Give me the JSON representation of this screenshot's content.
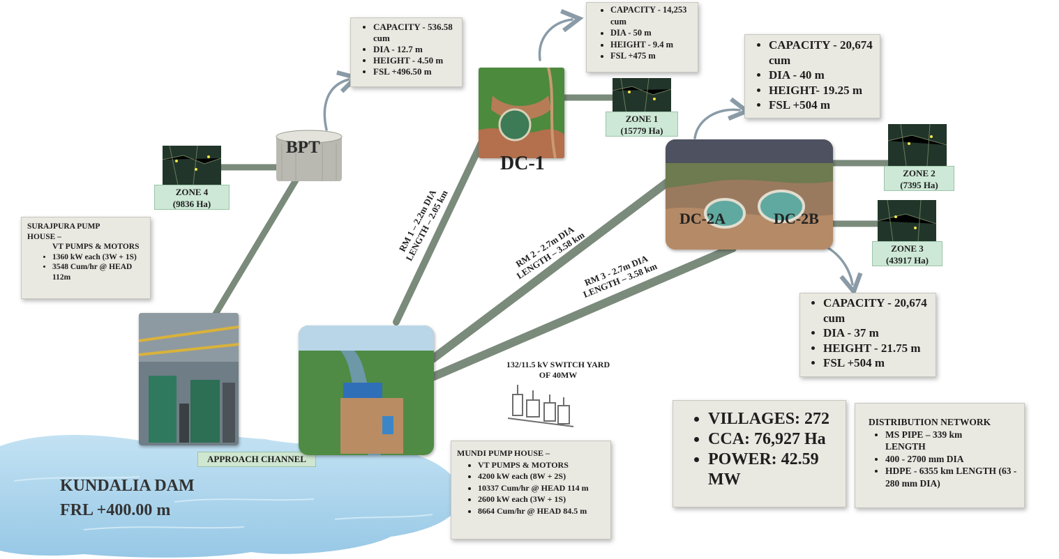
{
  "dam": {
    "name": "KUNDALIA DAM",
    "frl": "FRL +400.00 m"
  },
  "approach_channel": "APPROACH CHANNEL",
  "surajpura": {
    "title": "SURAJPURA PUMP HOUSE –",
    "items": [
      "VT PUMPS & MOTORS",
      "1360 kW each (3W + 1S)",
      "3548 Cum/hr @ HEAD 112m"
    ]
  },
  "bpt": {
    "label": "BPT",
    "items": [
      "CAPACITY - 536.58 cum",
      "DIA - 12.7 m",
      "HEIGHT - 4.50 m",
      "FSL +496.50 m"
    ]
  },
  "dc1": {
    "label": "DC-1",
    "items": [
      "CAPACITY - 14,253 cum",
      "DIA - 50 m",
      "HEIGHT - 9.4 m",
      "FSL +475 m"
    ]
  },
  "dc2": {
    "label_a": "DC-2A",
    "label_b": "DC-2B",
    "upper_items": [
      "CAPACITY - 20,674 cum",
      "DIA - 40 m",
      "HEIGHT- 19.25 m",
      "FSL +504 m"
    ],
    "lower_items": [
      "CAPACITY - 20,674 cum",
      "DIA - 37 m",
      "HEIGHT - 21.75 m",
      "FSL +504 m"
    ]
  },
  "zones": {
    "zone1": [
      "ZONE 1",
      "(15779 Ha)"
    ],
    "zone2": [
      "ZONE 2",
      "(7395 Ha)"
    ],
    "zone3": [
      "ZONE 3",
      "(43917 Ha)"
    ],
    "zone4": [
      "ZONE 4",
      "(9836 Ha)"
    ]
  },
  "rising_mains": {
    "rm1": [
      "RM 1 – 2.2m DIA",
      "LENGTH – 2.05 km"
    ],
    "rm2": [
      "RM 2 - 2.7m DIA",
      "LENGTH – 3.58 km"
    ],
    "rm3": [
      "RM 3 - 2.7m DIA",
      "LENGTH – 3.58 km"
    ]
  },
  "switch_yard": [
    "132/11.5 kV SWITCH YARD",
    "OF 40MW"
  ],
  "mundi": {
    "title": "MUNDI PUMP HOUSE –",
    "items": [
      "VT PUMPS & MOTORS",
      "4200 kW each (8W + 2S)",
      "10337 Cum/hr @ HEAD 114 m",
      "2600 kW each (3W + 1S)",
      "8664 Cum/hr @ HEAD 84.5 m"
    ]
  },
  "summary": {
    "items": [
      "VILLAGES: 272",
      "CCA: 76,927 Ha",
      "POWER: 42.59 MW"
    ]
  },
  "distribution": {
    "title": "DISTRIBUTION NETWORK",
    "items": [
      "MS PIPE – 339 km LENGTH",
      "400 - 2700 mm DIA",
      "HDPE - 6355 km LENGTH (63 - 280 mm DIA)"
    ]
  },
  "colors": {
    "pipe": "#7a8a7b",
    "water": "#a9d3ec",
    "box": "#e9e8e1",
    "zone": "#cde8d6",
    "arrow": "#8a9ba7"
  }
}
